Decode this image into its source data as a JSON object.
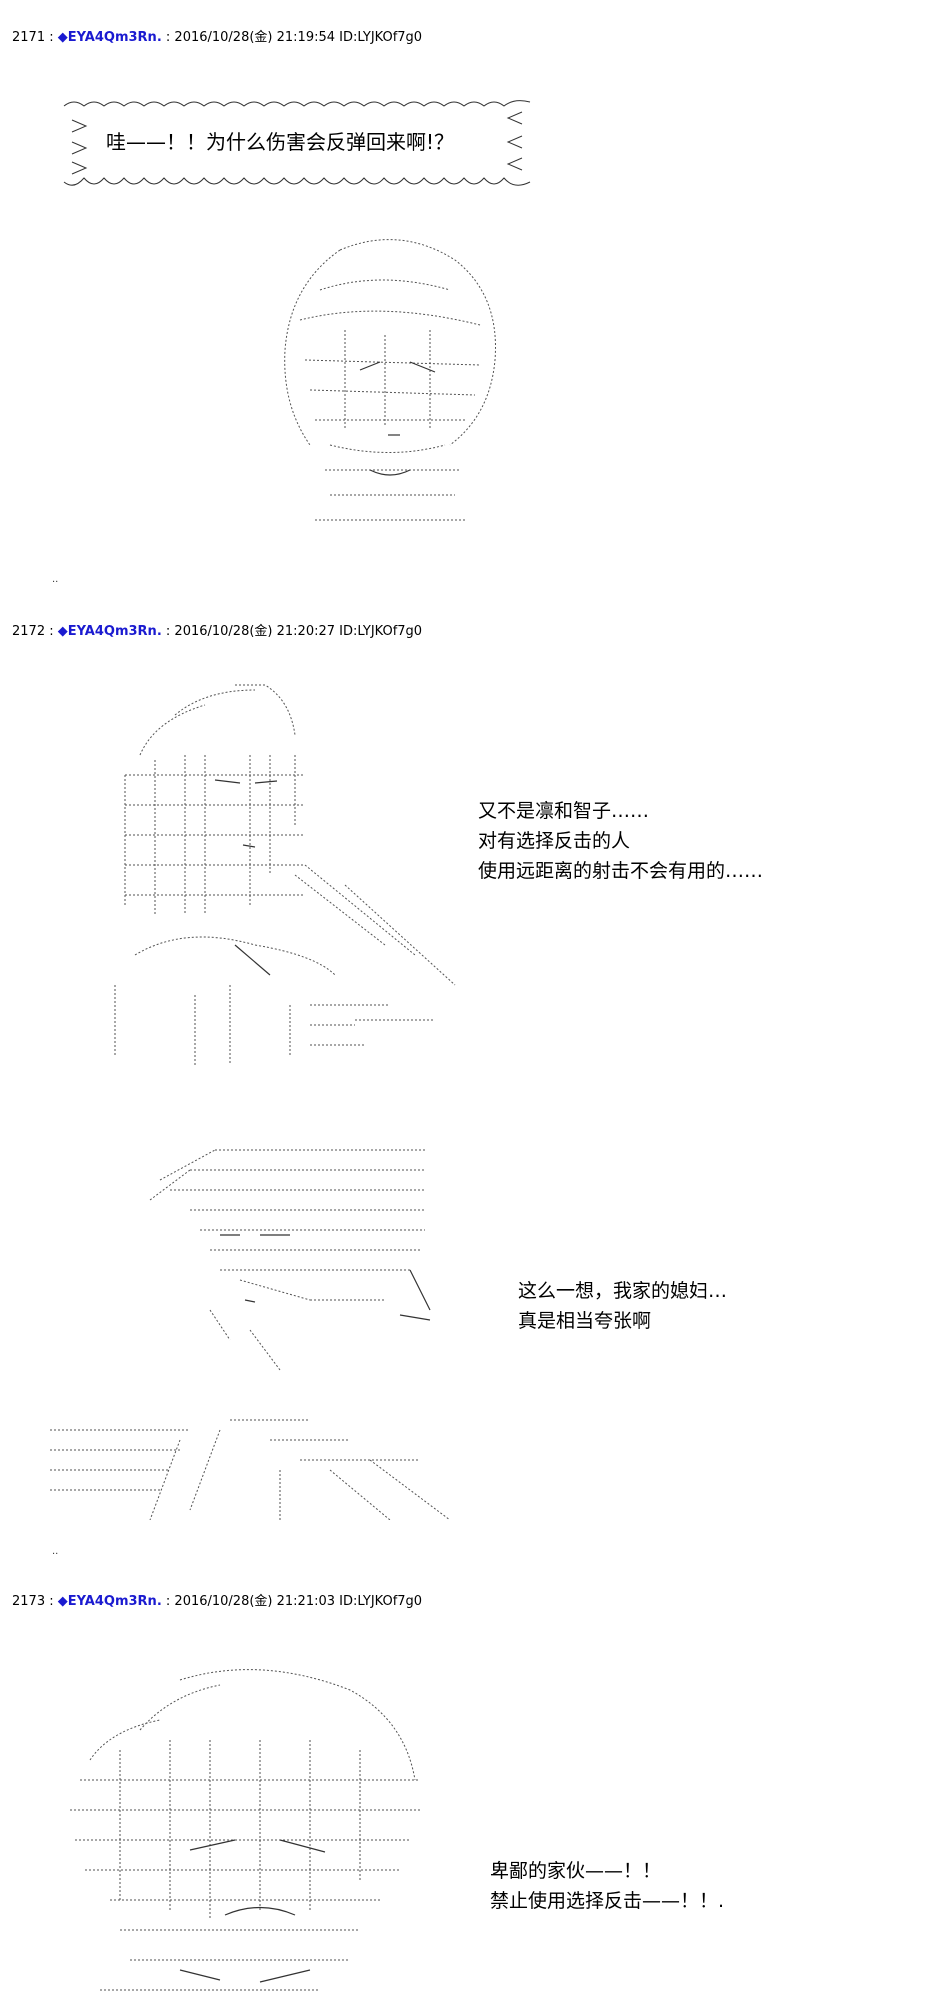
{
  "posts": [
    {
      "number": "2171 :",
      "trip": "EYA4Qm3Rn.",
      "meta": ": 2016/10/28(金) 21:19:54 ID:LYJKOf7g0",
      "shout": "哇——！！为什么伤害会反弹回来啊!？",
      "dialog": []
    },
    {
      "number": "2172 :",
      "trip": "EYA4Qm3Rn.",
      "meta": ": 2016/10/28(金) 21:20:27 ID:LYJKOf7g0",
      "dialog_a": [
        "又不是凛和智子……",
        "对有选择反击的人",
        "使用远距离的射击不会有用的……"
      ],
      "dialog_b": [
        "这么一想，我家的媳妇…",
        "真是相当夸张啊"
      ]
    },
    {
      "number": "2173 :",
      "trip": "EYA4Qm3Rn.",
      "meta": ": 2016/10/28(金) 21:21:03 ID:LYJKOf7g0",
      "dialog": [
        "卑鄙的家伙——！！",
        "禁止使用选择反击——！！."
      ]
    }
  ],
  "separator": "..",
  "icons": {
    "trip_marker": "diamond-icon"
  },
  "colors": {
    "trip": "#1a1ad0",
    "text": "#000000",
    "background": "#ffffff"
  }
}
